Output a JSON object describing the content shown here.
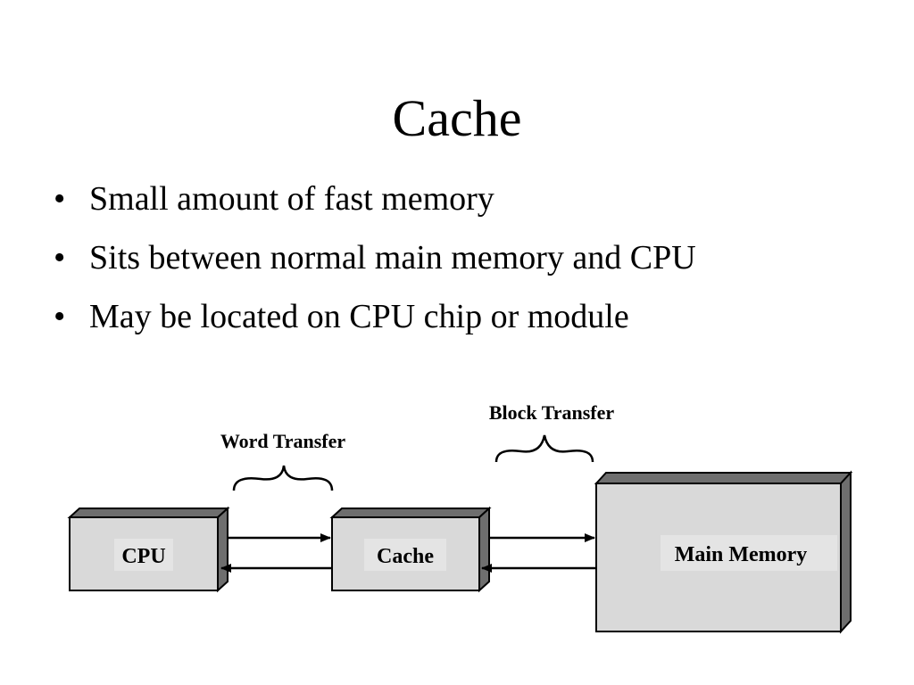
{
  "slide": {
    "title": "Cache",
    "bullets": [
      "Small amount of fast memory",
      "Sits between normal main memory and CPU",
      "May be located on CPU chip or module"
    ]
  },
  "diagram": {
    "nodes": {
      "cpu": "CPU",
      "cache": "Cache",
      "main_memory": "Main Memory"
    },
    "labels": {
      "word_transfer": "Word Transfer",
      "block_transfer": "Block Transfer"
    },
    "colors": {
      "box_face": "#d9d9d9",
      "box_side": "#6e6e6e",
      "label_bg": "#e4e4e4",
      "stroke": "#000000"
    }
  }
}
